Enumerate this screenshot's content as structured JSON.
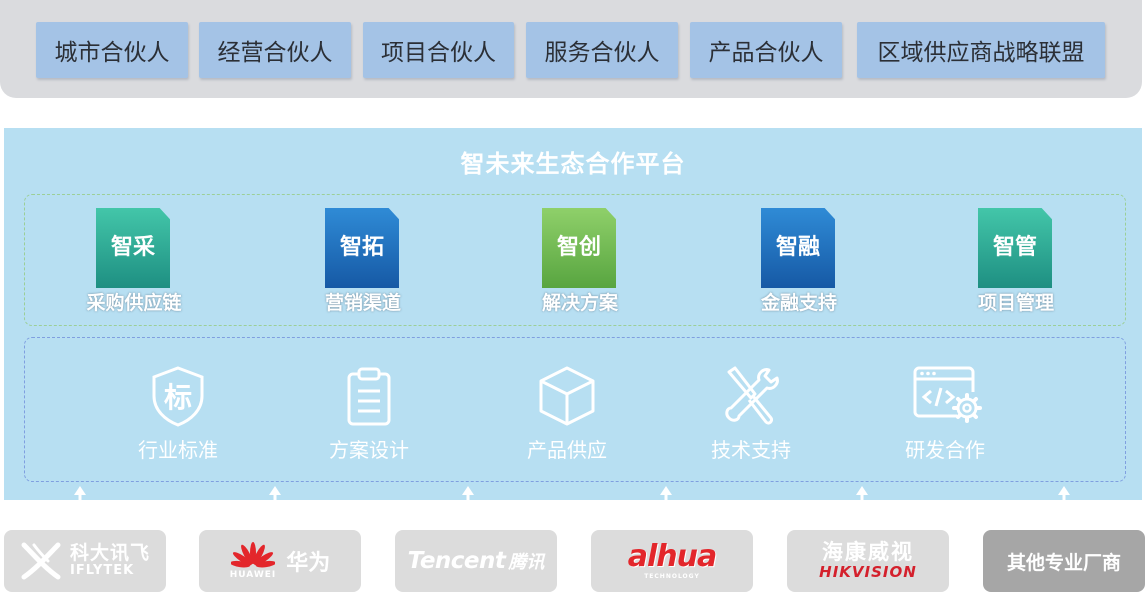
{
  "partners": [
    {
      "label": "城市合伙人"
    },
    {
      "label": "经营合伙人"
    },
    {
      "label": "项目合伙人"
    },
    {
      "label": "服务合伙人"
    },
    {
      "label": "产品合伙人"
    },
    {
      "label": "区域供应商战略联盟"
    }
  ],
  "platform": {
    "title": "智未来生态合作平台",
    "products": [
      {
        "name": "智采",
        "label": "采购供应链",
        "color": "teal"
      },
      {
        "name": "智拓",
        "label": "营销渠道",
        "color": "blue"
      },
      {
        "name": "智创",
        "label": "解决方案",
        "color": "green"
      },
      {
        "name": "智融",
        "label": "金融支持",
        "color": "blue"
      },
      {
        "name": "智管",
        "label": "项目管理",
        "color": "teal"
      }
    ],
    "services": [
      {
        "label": "行业标准",
        "icon": "shield-standard-icon",
        "glyph": "标"
      },
      {
        "label": "方案设计",
        "icon": "clipboard-icon"
      },
      {
        "label": "产品供应",
        "icon": "box-icon"
      },
      {
        "label": "技术支持",
        "icon": "wrench-screwdriver-icon"
      },
      {
        "label": "研发合作",
        "icon": "code-gear-icon"
      }
    ]
  },
  "vendors": [
    {
      "cn": "科大讯飞",
      "en": "IFLYTEK",
      "icon": "iflytek-logo"
    },
    {
      "cn": "华为",
      "en": "HUAWEI",
      "icon": "huawei-logo"
    },
    {
      "en": "Tencent",
      "cn": "腾讯",
      "icon": "tencent-logo"
    },
    {
      "en": "alhua",
      "sub": "TECHNOLOGY",
      "icon": "dahua-logo"
    },
    {
      "cn": "海康威视",
      "en": "HIKVISION",
      "icon": "hikvision-logo"
    },
    {
      "label": "其他专业厂商"
    }
  ],
  "colors": {
    "partner_button": "#a4c3e6",
    "top_bar": "#dadbde",
    "platform_bg": "#b7dff2",
    "tile_teal": "#2aa893",
    "tile_blue": "#1f6fc0",
    "tile_green": "#6fb94e",
    "vendor_bg": "#dcdcdc",
    "vendor_dark": "#a6a6a6",
    "huawei_red": "#e3262b",
    "hikvision_red": "#d4202c"
  }
}
